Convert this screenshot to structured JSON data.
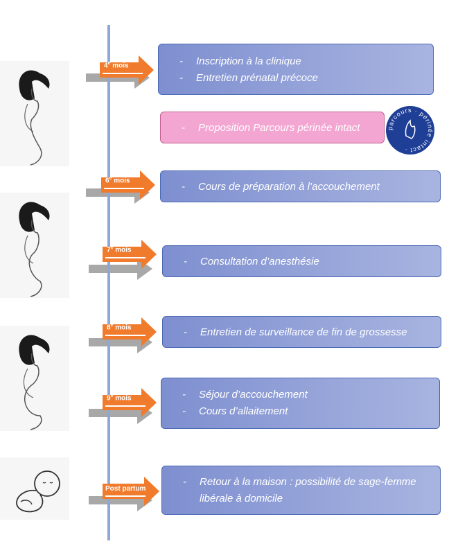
{
  "steps": [
    {
      "label": "4",
      "sup": "e",
      "suffix": " mois",
      "items": [
        "Inscription à la clinique",
        "Entretien prénatal précoce"
      ]
    },
    {
      "label": "6",
      "sup": "e",
      "suffix": " mois",
      "items": [
        "Cours de préparation à l’accouchement"
      ]
    },
    {
      "label": "7",
      "sup": "e",
      "suffix": " mois",
      "items": [
        "Consultation d’anesthésie"
      ]
    },
    {
      "label": "8",
      "sup": "e",
      "suffix": " mois",
      "items": [
        "Entretien de surveillance de fin de grossesse"
      ]
    },
    {
      "label": "9",
      "sup": "e",
      "suffix": " mois",
      "items": [
        "Séjour d’accouchement",
        "Cours d’allaitement"
      ]
    },
    {
      "label": "Post partum",
      "sup": "",
      "suffix": "",
      "items": [
        "Retour à la maison : possibilité de sage-femme libérale à domicile"
      ]
    }
  ],
  "highlight": {
    "items": [
      "Proposition Parcours périnée intact"
    ]
  },
  "badge": {
    "text": "parcours · périnée intact ·"
  },
  "colors": {
    "timeline": "#8fa6d8",
    "arrow_orange": "#f07b2d",
    "arrow_gray": "#a8a8a8",
    "box_blue": "#8b9cd8",
    "box_pink": "#f4a6d2",
    "badge_navy": "#1f3f97"
  },
  "icons": [
    "pregnant-woman-figure",
    "pregnant-woman-figure",
    "pregnant-woman-figure",
    "newborn-baby-figure"
  ]
}
